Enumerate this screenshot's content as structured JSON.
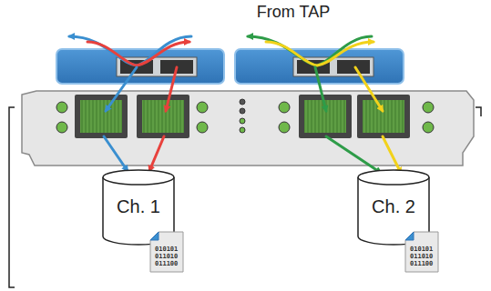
{
  "diagram": {
    "nodes": [
      {
        "text": [
          "Ch. 1"
        ]
      },
      {
        "text": [
          "Ch. 2"
        ]
      }
    ],
    "labels": [
      "From TAP",
      "010101",
      "011010",
      "011100",
      "010101",
      "011010",
      "011100"
    ]
  }
}
